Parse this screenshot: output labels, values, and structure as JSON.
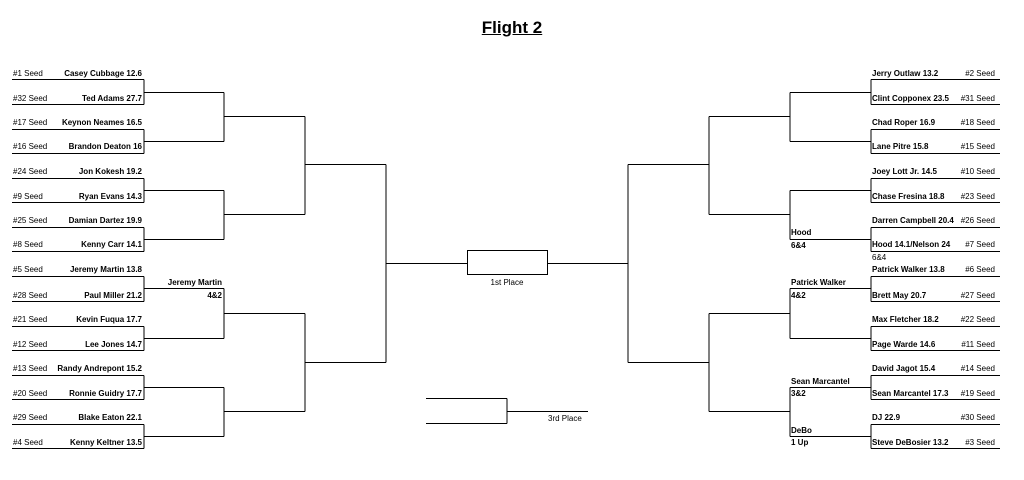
{
  "title": "Flight 2",
  "left": [
    {
      "seed": "#1 Seed",
      "player": "Casey Cubbage 12.6"
    },
    {
      "seed": "#32 Seed",
      "player": "Ted Adams 27.7"
    },
    {
      "seed": "#17 Seed",
      "player": "Keynon Neames 16.5"
    },
    {
      "seed": "#16 Seed",
      "player": "Brandon Deaton 16"
    },
    {
      "seed": "#24 Seed",
      "player": "Jon Kokesh 19.2"
    },
    {
      "seed": "#9 Seed",
      "player": "Ryan Evans 14.3"
    },
    {
      "seed": "#25 Seed",
      "player": "Damian Dartez 19.9"
    },
    {
      "seed": "#8 Seed",
      "player": "Kenny Carr 14.1"
    },
    {
      "seed": "#5 Seed",
      "player": "Jeremy Martin 13.8"
    },
    {
      "seed": "#28 Seed",
      "player": "Paul Miller 21.2"
    },
    {
      "seed": "#21 Seed",
      "player": "Kevin Fuqua 17.7"
    },
    {
      "seed": "#12 Seed",
      "player": "Lee Jones 14.7"
    },
    {
      "seed": "#13 Seed",
      "player": "Randy Andrepont 15.2"
    },
    {
      "seed": "#20 Seed",
      "player": "Ronnie Guidry 17.7"
    },
    {
      "seed": "#29 Seed",
      "player": "Blake Eaton 22.1"
    },
    {
      "seed": "#4 Seed",
      "player": "Kenny Keltner 13.5"
    }
  ],
  "right": [
    {
      "seed": "#2 Seed",
      "player": "Jerry Outlaw 13.2"
    },
    {
      "seed": "#31 Seed",
      "player": "Clint Copponex 23.5"
    },
    {
      "seed": "#18 Seed",
      "player": "Chad Roper 16.9"
    },
    {
      "seed": "#15 Seed",
      "player": "Lane Pitre 15.8"
    },
    {
      "seed": "#10 Seed",
      "player": "Joey Lott Jr. 14.5"
    },
    {
      "seed": "#23 Seed",
      "player": "Chase Fresina 18.8"
    },
    {
      "seed": "#26 Seed",
      "player": "Darren Campbell 20.4"
    },
    {
      "seed": "#7 Seed",
      "player": "Hood 14.1/Nelson 24"
    },
    {
      "seed": "#6 Seed",
      "player": "Patrick Walker 13.8"
    },
    {
      "seed": "#27 Seed",
      "player": "Brett May 20.7"
    },
    {
      "seed": "#22 Seed",
      "player": "Max Fletcher 18.2"
    },
    {
      "seed": "#11 Seed",
      "player": "Page Warde 14.6"
    },
    {
      "seed": "#14 Seed",
      "player": "David Jagot 15.4"
    },
    {
      "seed": "#19 Seed",
      "player": "Sean Marcantel 17.3"
    },
    {
      "seed": "#30 Seed",
      "player": "DJ 22.9"
    },
    {
      "seed": "#3 Seed",
      "player": "Steve DeBosier 13.2"
    }
  ],
  "results": {
    "left_jeremy_name": "Jeremy Martin",
    "left_jeremy_score": "4&2",
    "right_hood_name": "Hood",
    "right_hood_score": "6&4",
    "right_hood_note": "6&4",
    "right_patrick_name": "Patrick Walker",
    "right_patrick_score": "4&2",
    "right_sean_name": "Sean Marcantel",
    "right_sean_score": "3&2",
    "right_debo_name": "DeBo",
    "right_debo_score": "1 Up"
  },
  "center": {
    "first_place": "1st Place",
    "third_place": "3rd Place"
  }
}
